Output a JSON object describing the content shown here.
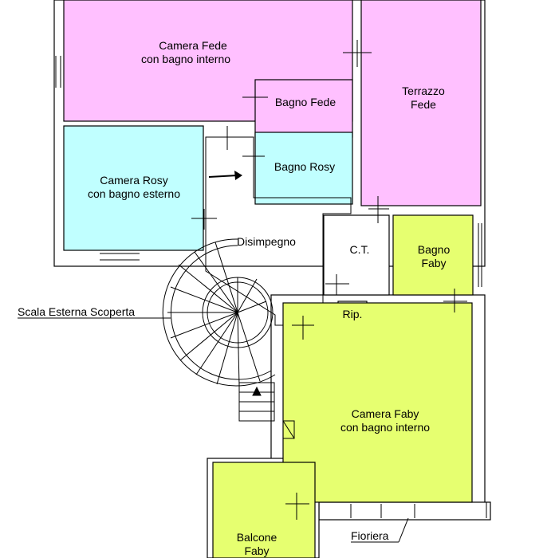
{
  "colors": {
    "pink": "#ffc0ff",
    "cyan": "#c0ffff",
    "yellow": "#e6ff70",
    "wall": "#ffffff",
    "line": "#000000"
  },
  "rooms": {
    "camera_fede": [
      "Camera Fede",
      "con bagno interno"
    ],
    "bagno_fede": [
      "Bagno Fede"
    ],
    "terrazzo_fede": [
      "Terrazzo",
      "Fede"
    ],
    "camera_rosy": [
      "Camera Rosy",
      "con bagno esterno"
    ],
    "bagno_rosy": [
      "Bagno Rosy"
    ],
    "disimpegno": [
      "Disimpegno"
    ],
    "ct": [
      "C.T."
    ],
    "bagno_faby": [
      "Bagno",
      "Faby"
    ],
    "rip": [
      "Rip."
    ],
    "camera_faby": [
      "Camera Faby",
      "con bagno interno"
    ],
    "balcone_faby": [
      "Balcone",
      "Faby"
    ]
  },
  "labels": {
    "scala": "Scala Esterna Scoperta",
    "fioriera": "Fioriera"
  }
}
